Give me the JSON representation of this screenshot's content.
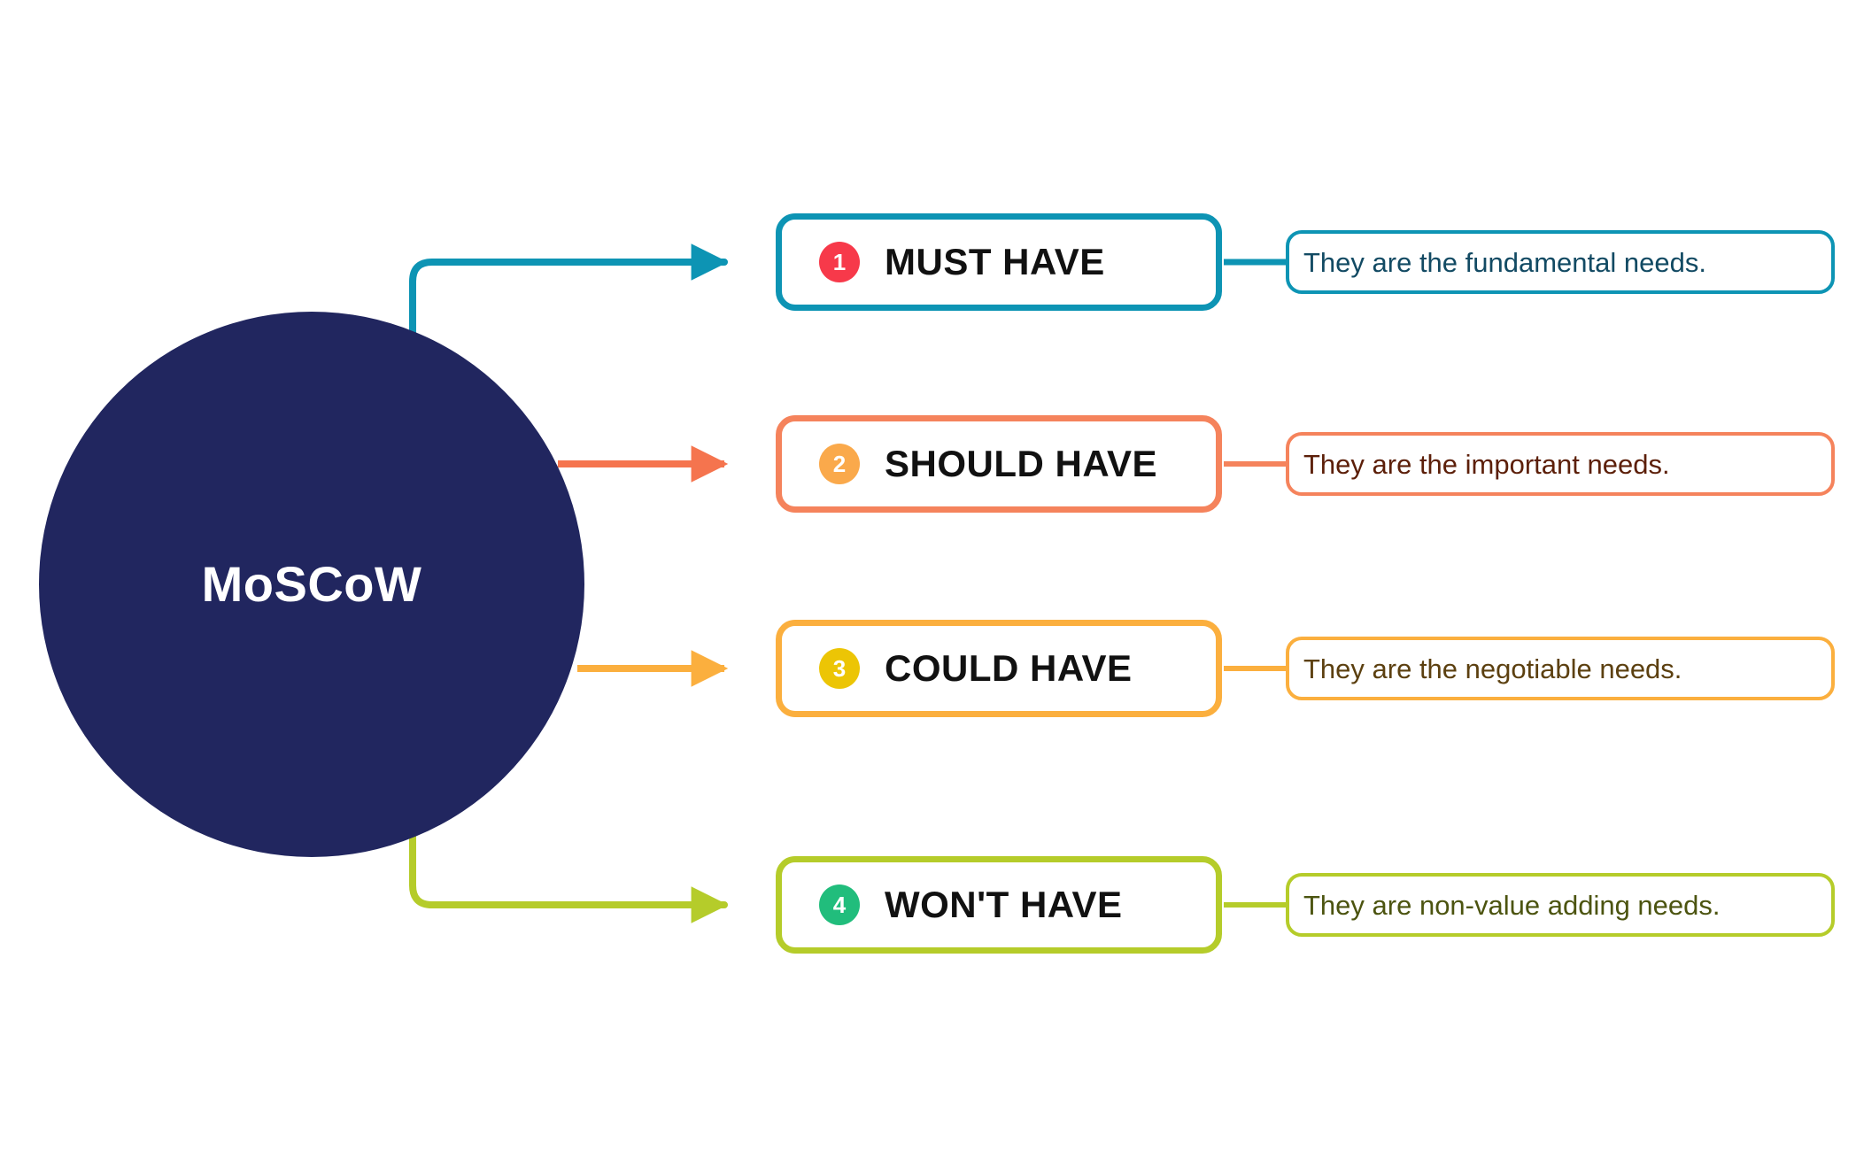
{
  "diagram": {
    "title": "MoSCoW",
    "hub_label": "MoSCoW",
    "hub_color": "#21265f",
    "hub_text_color": "#ffffff",
    "background": "#ffffff"
  },
  "chart_data": {
    "type": "diagram",
    "title": "MoSCoW",
    "center_node": "MoSCoW",
    "branch_count": 4,
    "categories": [
      "MUST HAVE",
      "SHOULD HAVE",
      "COULD HAVE",
      "WON'T HAVE"
    ],
    "descriptions": [
      "They are the fundamental needs.",
      "They are the important needs.",
      "They are the negotiable needs.",
      "They are non-value adding needs."
    ]
  },
  "rows": [
    {
      "number": "1",
      "title": "MUST HAVE",
      "description": "They are the fundamental needs.",
      "border_color": "#0d94b4",
      "badge_color": "#f7394a",
      "desc_border_color": "#0d94b4",
      "desc_text_color": "#124a63",
      "connector_color": "#0d94b4",
      "connector_type": "elbow-down-right"
    },
    {
      "number": "2",
      "title": "SHOULD HAVE",
      "description": "They are the important needs.",
      "border_color": "#f5835c",
      "badge_color": "#faa94b",
      "desc_border_color": "#f5835c",
      "desc_text_color": "#5c1f09",
      "connector_color": "#f5744e",
      "connector_type": "straight"
    },
    {
      "number": "3",
      "title": "COULD HAVE",
      "description": "They are the negotiable needs.",
      "border_color": "#fbaf3e",
      "badge_color": "#ecc505",
      "desc_border_color": "#fbaf3e",
      "desc_text_color": "#5c4010",
      "connector_color": "#fbaf3e",
      "connector_type": "straight"
    },
    {
      "number": "4",
      "title": "WON'T HAVE",
      "description": "They are non-value adding needs.",
      "border_color": "#b5cc2a",
      "badge_color": "#21bd7c",
      "desc_border_color": "#b5cc2a",
      "desc_text_color": "#4c5410",
      "connector_color": "#b5cc2a",
      "connector_type": "elbow-up-right"
    }
  ]
}
